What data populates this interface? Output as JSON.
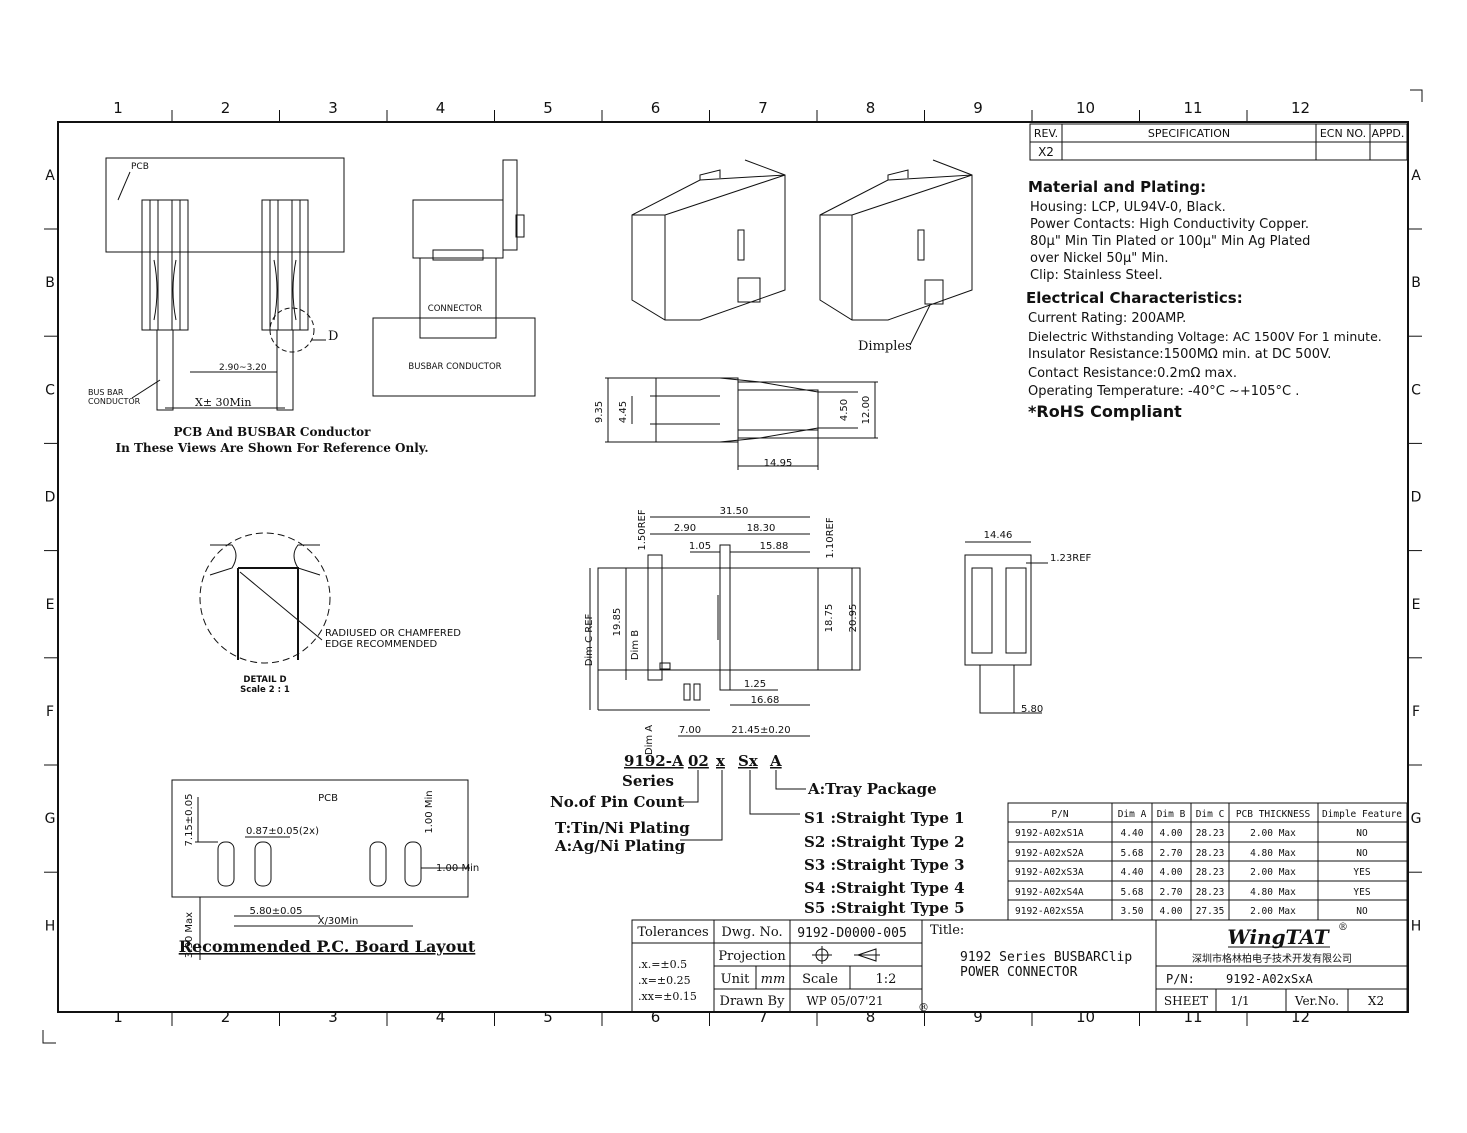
{
  "grid": {
    "columns": [
      "1",
      "2",
      "3",
      "4",
      "5",
      "6",
      "7",
      "8",
      "9",
      "10",
      "11",
      "12"
    ],
    "rows": [
      "A",
      "B",
      "C",
      "D",
      "E",
      "F",
      "G",
      "H"
    ]
  },
  "revision": {
    "headers": [
      "REV.",
      "SPECIFICATION",
      "ECN NO.",
      "APPD."
    ],
    "rev": "X2"
  },
  "material": {
    "title": "Material and Plating:",
    "lines": [
      "Housing: LCP, UL94V-0, Black.",
      "Power Contacts: High Conductivity Copper.",
      "80µ\" Min Tin Plated or 100µ\" Min Ag Plated",
      "over Nickel 50µ\" Min.",
      "Clip: Stainless Steel."
    ]
  },
  "electrical": {
    "title": "Electrical Characteristics:",
    "lines": [
      "Current Rating: 200AMP.",
      "Dielectric Withstanding Voltage: AC 1500V For 1 minute.",
      "Insulator Resistance:1500MΩ min. at DC 500V.",
      "Contact Resistance:0.2mΩ max.",
      "Operating Temperature: -40°C ~+105°C ."
    ],
    "rohs": "*RoHS Compliant"
  },
  "labels": {
    "pcb": "PCB",
    "busbar_conductor": [
      "BUS BAR",
      "CONDUCTOR"
    ],
    "detail_d_marker": "D",
    "connector": "CONNECTOR",
    "busbar_box": "BUSBAR CONDUCTOR",
    "dimples": "Dimples",
    "ref_note": [
      "PCB And BUSBAR Conductor",
      "In These Views Are Shown For Reference Only."
    ],
    "radius_note": [
      "RADIUSED OR CHAMFERED",
      "EDGE RECOMMENDED"
    ],
    "detail_title": "DETAIL D",
    "detail_scale": "Scale  2 : 1",
    "pcb_layout_title": "Recommended P.C. Board Layout"
  },
  "dimensions": {
    "gap": "2.90~3.20",
    "x_min": "X± 30Min",
    "d935": "9.35",
    "d445": "4.45",
    "d450": "4.50",
    "d1200": "12.00",
    "d1495": "14.95",
    "d3150": "31.50",
    "d290": "2.90",
    "d1830": "18.30",
    "d150ref": "1.50REF",
    "d105": "1.05",
    "d1588": "15.88",
    "d110ref": "1.10REF",
    "dimc": "Dim C REF",
    "d1985": "19.85",
    "dimb": "Dim B",
    "d1875": "18.75",
    "d2095": "20.95",
    "d125": "1.25",
    "d1668": "16.68",
    "dima": "Dim A",
    "d700": "7.00",
    "d2145": "21.45±0.20",
    "d1446": "14.46",
    "d123ref": "1.23REF",
    "d580": "5.80",
    "pcb_715": "7.15±0.05",
    "pcb_087": "0.87±0.05(2x)",
    "pcb_100a": "1.00 Min",
    "pcb_100b": "1.00 Min",
    "pcb_580": "5.80±0.05",
    "pcb_x30": "X/30Min",
    "pcb_330": "3.30 Max"
  },
  "part_number": {
    "segments": [
      "9192-A",
      "02",
      "x",
      "Sx",
      "A"
    ],
    "series": "Series",
    "pin_count": "No.of Pin Count",
    "plating": [
      "T:Tin/Ni Plating",
      "A:Ag/Ni Plating"
    ],
    "package": "A:Tray Package",
    "types": [
      "S1 :Straight Type 1",
      "S2 :Straight Type 2",
      "S3 :Straight Type 3",
      "S4 :Straight Type 4",
      "S5 :Straight Type 5"
    ]
  },
  "dim_table": {
    "headers": [
      "P/N",
      "Dim A",
      "Dim B",
      "Dim C",
      "PCB THICKNESS",
      "Dimple Feature"
    ],
    "rows": [
      [
        "9192-A02xS1A",
        "4.40",
        "4.00",
        "28.23",
        "2.00 Max",
        "NO"
      ],
      [
        "9192-A02xS2A",
        "5.68",
        "2.70",
        "28.23",
        "4.80 Max",
        "NO"
      ],
      [
        "9192-A02xS3A",
        "4.40",
        "4.00",
        "28.23",
        "2.00 Max",
        "YES"
      ],
      [
        "9192-A02xS4A",
        "5.68",
        "2.70",
        "28.23",
        "4.80 Max",
        "YES"
      ],
      [
        "9192-A02xS5A",
        "3.50",
        "4.00",
        "27.35",
        "2.00 Max",
        "NO"
      ]
    ]
  },
  "title_block": {
    "tolerances": "Tolerances",
    "tol_lines": [
      ".x.=±0.5",
      ".x=±0.25",
      ".xx=±0.15"
    ],
    "dwg_no_label": "Dwg. No.",
    "dwg_no": "9192-D0000-005",
    "projection": "Projection",
    "unit": "Unit",
    "unit_val": "mm",
    "scale": "Scale",
    "scale_val": "1:2",
    "drawn_by": "Drawn By",
    "drawn_val": "WP 05/07'21",
    "title_label": "Title:",
    "title_lines": [
      "9192 Series BUSBARClip",
      "POWER CONNECTOR"
    ],
    "logo": "WingTAT",
    "company": "深圳市格林柏电子技术开发有限公司",
    "pn_label": "P/N:",
    "pn_val": "9192-A02xSxA",
    "sheet_label": "SHEET",
    "sheet_val": "1/1",
    "ver_label": "Ver.No.",
    "ver_val": "X2",
    "reg": "®"
  }
}
